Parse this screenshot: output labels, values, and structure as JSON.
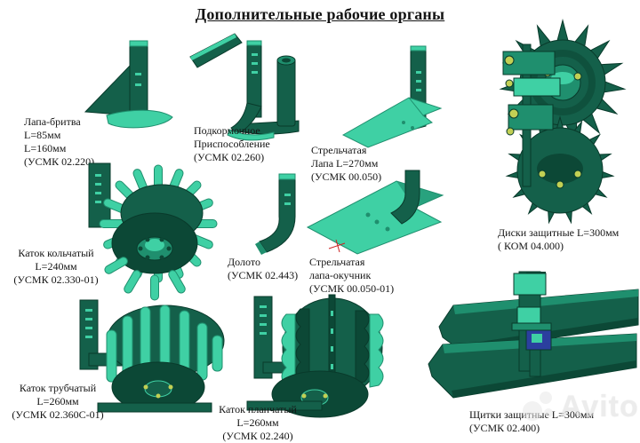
{
  "page": {
    "title": "Дополнительные рабочие органы"
  },
  "items": [
    {
      "name": "lapa-britva",
      "lines": [
        "Лапа-бритва",
        "L=85мм",
        "L=160мм",
        "(УСМК 02.220)"
      ]
    },
    {
      "name": "podkormochnoe-prisposoblenie",
      "lines": [
        "Подкормочное",
        "Приспособление",
        "(УСМК 02.260)"
      ]
    },
    {
      "name": "strelchataya-lapa",
      "lines": [
        "Стрельчатая",
        "Лапа L=270мм",
        "(УСМК 00.050)"
      ]
    },
    {
      "name": "diski-zashchitnye",
      "lines": [
        "Диски защитные L=300мм",
        "( КОМ 04.000)"
      ]
    },
    {
      "name": "katok-kolchatyi",
      "lines": [
        "Каток кольчатый",
        "L=240мм",
        "(УСМК 02.330-01)"
      ]
    },
    {
      "name": "doloto",
      "lines": [
        "Долото",
        "(УСМК 02.443)"
      ]
    },
    {
      "name": "strelchataya-lapa-okuchnik",
      "lines": [
        "Стрельчатая",
        "лапа-окучник",
        "(УСМК 00.050-01)"
      ]
    },
    {
      "name": "katok-trubchatyi",
      "lines": [
        "Каток трубчатый",
        "L=260мм",
        "(УСМК 02.360С-01)"
      ]
    },
    {
      "name": "katok-planchatyi",
      "lines": [
        "Каток планчатый",
        "L=260мм",
        "(УСМК 02.240)"
      ]
    },
    {
      "name": "shchitki-zashchitnye",
      "lines": [
        "Щитки защитные L=300мм",
        "(УСМК 02.400)"
      ]
    }
  ],
  "watermark": {
    "text": "Avito"
  },
  "colors": {
    "part_dark": "#14604a",
    "part_darker": "#0c4836",
    "part_light": "#3fd0a4",
    "part_mid": "#1f8f6e",
    "outline": "#093a2b",
    "bolt_yellow": "#c2d054",
    "clamp_blue": "#2b3f9e",
    "background": "#ffffff",
    "text": "#141414"
  }
}
